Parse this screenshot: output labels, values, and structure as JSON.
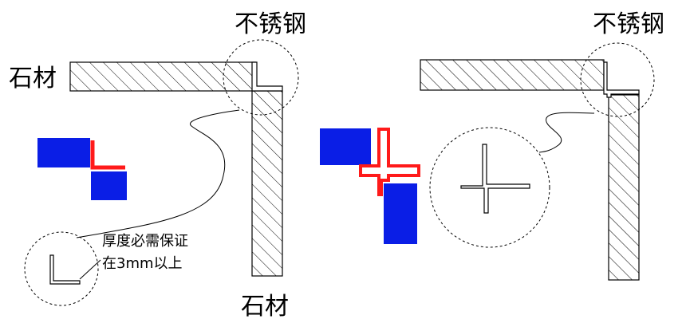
{
  "labels": {
    "left_material_top": "石材",
    "left_steel": "不锈钢",
    "left_material_bottom": "石材",
    "right_steel": "不锈钢",
    "note_line1": "厚度必需保证",
    "note_line2": "在3mm以上"
  },
  "colors": {
    "stone_block": "#0a1ee6",
    "steel_profile": "#ff1a1a",
    "line": "#000000",
    "background": "#ffffff"
  }
}
